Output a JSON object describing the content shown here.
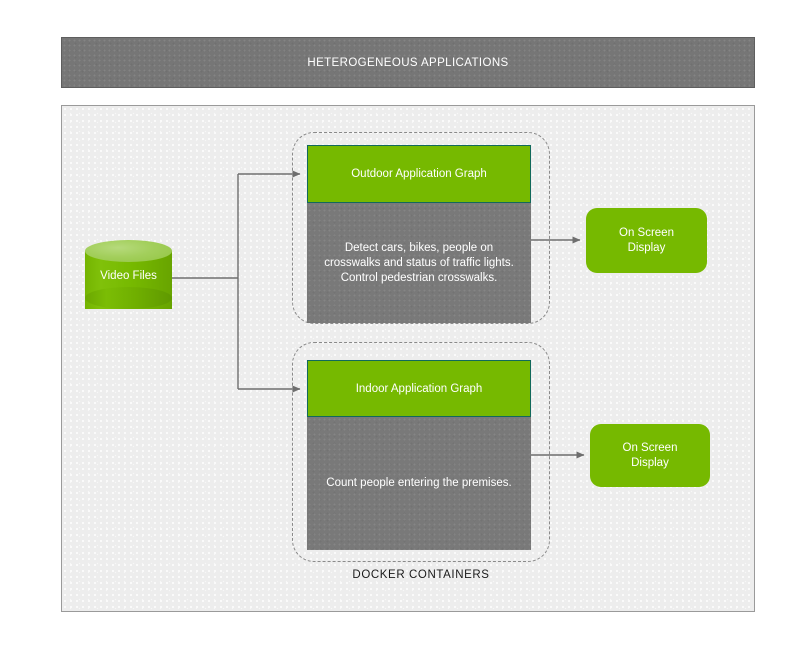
{
  "header": {
    "title": "HETEROGENEOUS APPLICATIONS"
  },
  "source": {
    "label": "Video Files",
    "shape": "cylinder-database-icon"
  },
  "docker": {
    "label": "DOCKER CONTAINERS",
    "containers": [
      {
        "id": "outdoor",
        "head_label": "Outdoor Application Graph",
        "body_text": "Detect cars, bikes, people on crosswalks and status of traffic lights. Control pedestrian crosswalks.",
        "body_lines": [
          "Detect cars, bikes, people on",
          "crosswalks and status of traffic  lights.",
          "Control pedestrian crosswalks."
        ]
      },
      {
        "id": "indoor",
        "head_label": "Indoor Application Graph",
        "body_text": "Count people entering the premises.",
        "body_lines": [
          "Count people entering the premises."
        ]
      }
    ]
  },
  "outputs": [
    {
      "id": "osd-outdoor",
      "line1": "On Screen",
      "line2": "Display"
    },
    {
      "id": "osd-indoor",
      "line1": "On Screen",
      "line2": "Display"
    }
  ],
  "colors": {
    "brand_green": "#76b900",
    "green_border": "#12695c",
    "header_gray": "#767676",
    "body_gray": "#797979",
    "panel_bg": "#ededed",
    "panel_border": "#9a9a9a",
    "connector": "#6e6e6e",
    "dashed_border": "#8a8a8a",
    "text_white": "#ffffff",
    "text_dark": "#1a1a1a"
  }
}
